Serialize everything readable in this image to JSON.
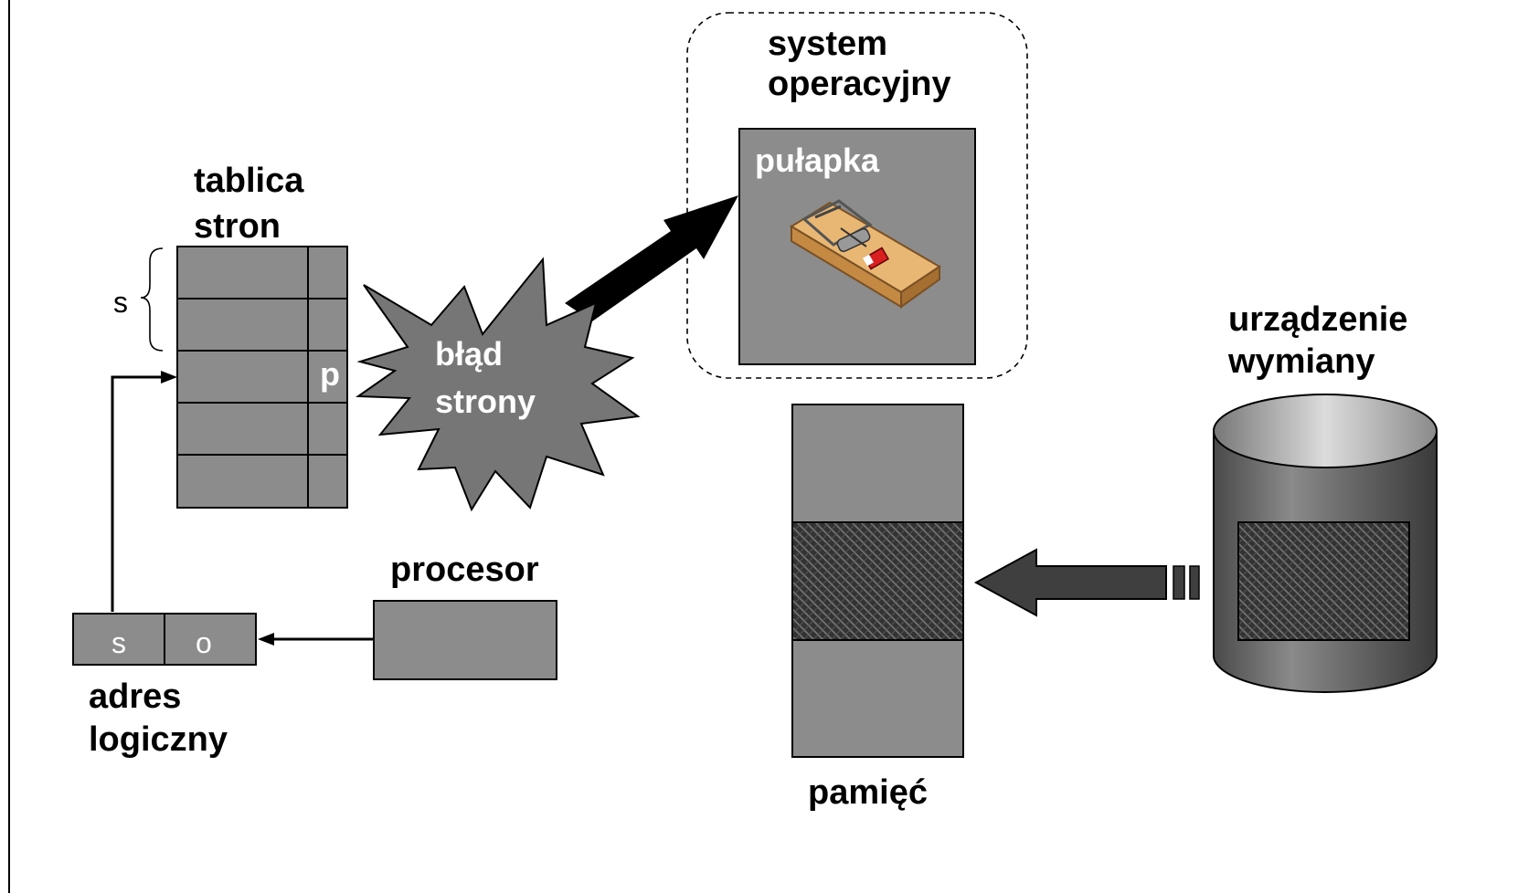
{
  "os_box": {
    "line1": "system",
    "line2": "operacyjny"
  },
  "trap": {
    "label": "pułapka"
  },
  "page_table": {
    "line1": "tablica",
    "line2": "stron",
    "brace_label": "s",
    "entry_label": "p"
  },
  "page_fault": {
    "line1": "błąd",
    "line2": "strony"
  },
  "swap_device": {
    "line1": "urządzenie",
    "line2": "wymiany"
  },
  "processor": {
    "label": "procesor"
  },
  "logical_address": {
    "field_s": "s",
    "field_o": "o",
    "line1": "adres",
    "line2": "logiczny"
  },
  "memory": {
    "label": "pamięć"
  },
  "colors": {
    "box_fill": "#8c8c8c",
    "dark_fill": "#3f3f3f",
    "arrow_black": "#000000",
    "hatch_dark": "#2a2a2a"
  }
}
